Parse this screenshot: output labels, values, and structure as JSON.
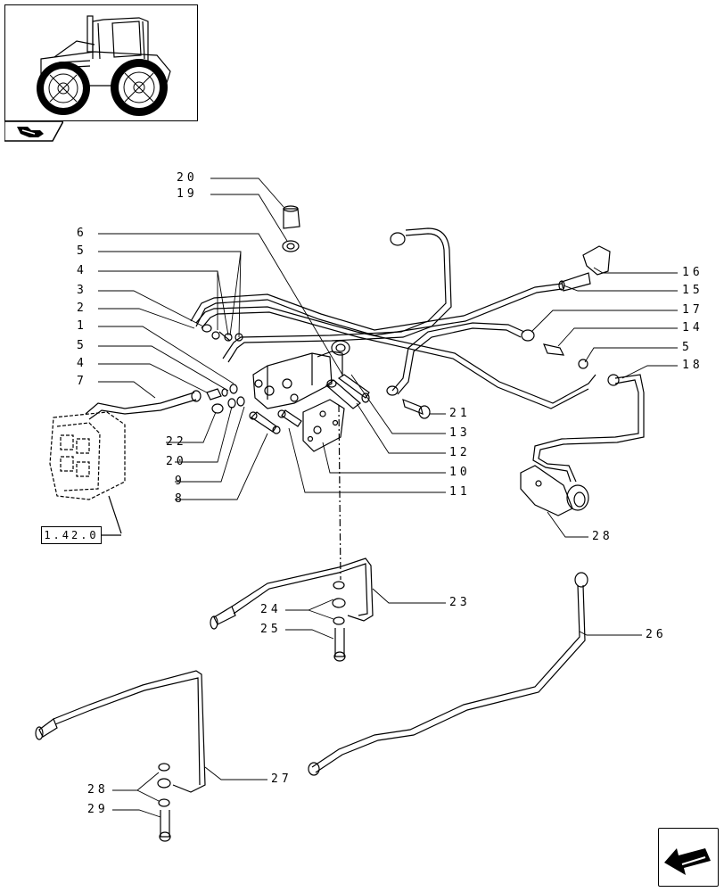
{
  "reference_box": "1.42.0",
  "callouts": {
    "c20a": "20",
    "c19": "19",
    "c6": "6",
    "c5a": "5",
    "c4a": "4",
    "c3": "3",
    "c2": "2",
    "c1": "1",
    "c5b": "5",
    "c4b": "4",
    "c7": "7",
    "c22": "22",
    "c20b": "20",
    "c9": "9",
    "c8": "8",
    "c16": "16",
    "c15": "15",
    "c17": "17",
    "c14": "14",
    "c5c": "5",
    "c18": "18",
    "c21": "21",
    "c13": "13",
    "c12": "12",
    "c10": "10",
    "c11": "11",
    "c28a": "28",
    "c23": "23",
    "c24": "24",
    "c25": "25",
    "c26": "26",
    "c27": "27",
    "c28b": "28",
    "c29": "29"
  },
  "icons": {
    "thumbnail": "tractor-thumbnail-icon",
    "section_tab": "section-tab-icon",
    "navigation": "navigation-arrow-icon"
  }
}
